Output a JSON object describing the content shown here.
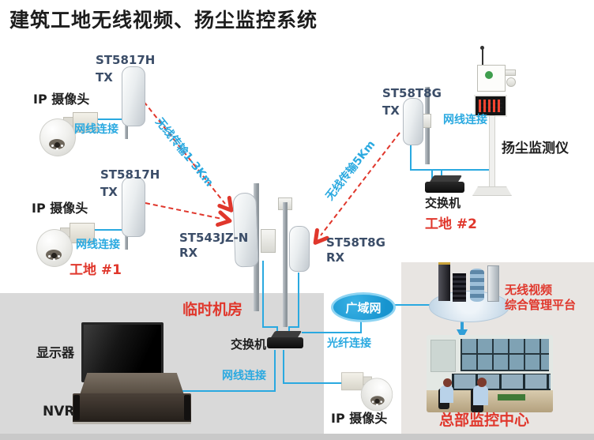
{
  "header": {
    "title": "建筑工地无线视频、扬尘监控系统"
  },
  "site1": {
    "name": "工地 #1",
    "tx1": {
      "model": "ST5817H",
      "role": "TX"
    },
    "tx2": {
      "model": "ST5817H",
      "role": "TX"
    },
    "camera1": "IP 摄像头",
    "camera2": "IP 摄像头",
    "cable1": "网线连接",
    "cable2": "网线连接"
  },
  "site2": {
    "name": "工地 #2",
    "tx": {
      "model": "ST58T8G",
      "role": "TX"
    },
    "cable": "网线连接",
    "dust_monitor": "扬尘监测仪",
    "switch": "交换机"
  },
  "wireless_links": {
    "link1": "无线传输1-3Km",
    "link2": "无线传输5Km"
  },
  "receivers": {
    "rx1": {
      "model": "ST543JZ-N",
      "role": "RX"
    },
    "rx2": {
      "model": "ST58T8G",
      "role": "RX"
    }
  },
  "machine_room": {
    "name": "临时机房",
    "monitor": "显示器",
    "nvr": "NVR",
    "switch": "交换机",
    "lan_cable": "网线连接",
    "fiber": "光纤连接",
    "camera": "IP 摄像头"
  },
  "wan": {
    "name": "广域网"
  },
  "platform": {
    "line1": "无线视频",
    "line2": "综合管理平台"
  },
  "hq": {
    "name": "总部监控中心"
  },
  "colors": {
    "cyan": "#2aa9e0",
    "red": "#e0372c",
    "navy": "#3b4d68",
    "wan_blue": "#1794cf",
    "panel_left": "#d9d9d9",
    "panel_right": "#e8e5e2"
  }
}
